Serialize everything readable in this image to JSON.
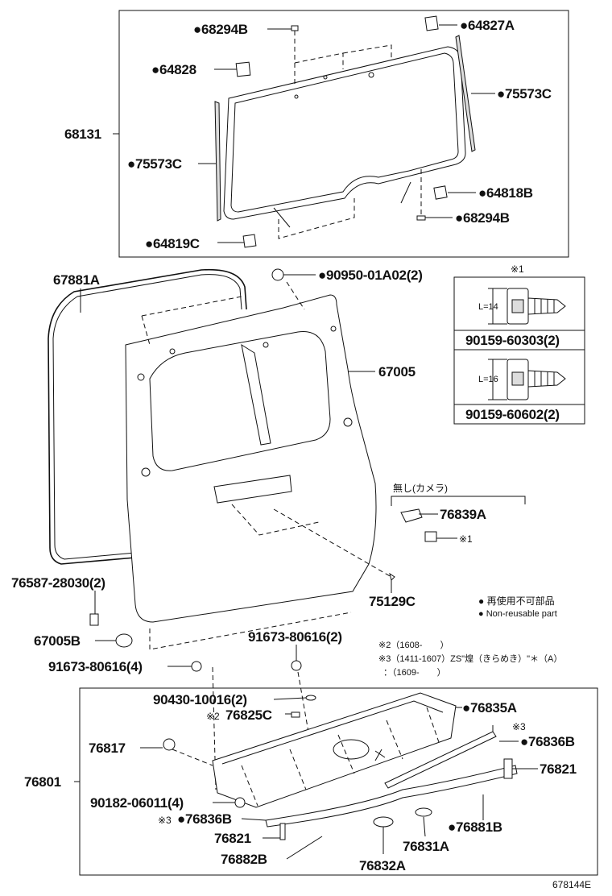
{
  "diagram": {
    "code": "678144E",
    "parts": {
      "p68294B_top": "●68294B",
      "p64827A": "●64827A",
      "p64828": "●64828",
      "p75573C_right": "●75573C",
      "p68131": "68131",
      "p75573C_left": "●75573C",
      "p64818B": "●64818B",
      "p68294B_bottom": "●68294B",
      "p64819C": "●64819C",
      "p67881A": "67881A",
      "p90950": "●90950-01A02(2)",
      "p67005": "67005",
      "p76839A": "76839A",
      "p76587": "76587-28030(2)",
      "p75129C": "75129C",
      "p67005B": "67005B",
      "p91673_right": "91673-80616(2)",
      "p91673_left": "91673-80616(4)",
      "p90430": "90430-10016(2)",
      "p76825C": "76825C",
      "p76835A": "●76835A",
      "p76836B_right": "●76836B",
      "p76817": "76817",
      "p76821_right": "76821",
      "p76801": "76801",
      "p90182": "90182-06011(4)",
      "p76836B_left": "●76836B",
      "p76881B": "●76881B",
      "p76821_left": "76821",
      "p76831A": "76831A",
      "p76882B": "76882B",
      "p76832A": "76832A"
    },
    "inset": {
      "mark": "※1",
      "bolt1_length": "L=14",
      "bolt1_part": "90159-60303(2)",
      "bolt2_length": "L=16",
      "bolt2_part": "90159-60602(2)"
    },
    "notes": {
      "camera_note": "無し(カメラ)",
      "ref1": "※1",
      "ref2": "※2",
      "ref3_right": "※3",
      "ref3_left": "※3",
      "legend_reuse": "● 再使用不可部品",
      "legend_nonreuse": "● Non-reusable part",
      "note_line1": "※2（1608-　　）",
      "note_line2": "※3（1411-1607）ZS\"煌（きらめき）\"＊（A）",
      "note_line3": "：（1609-　　）"
    }
  }
}
